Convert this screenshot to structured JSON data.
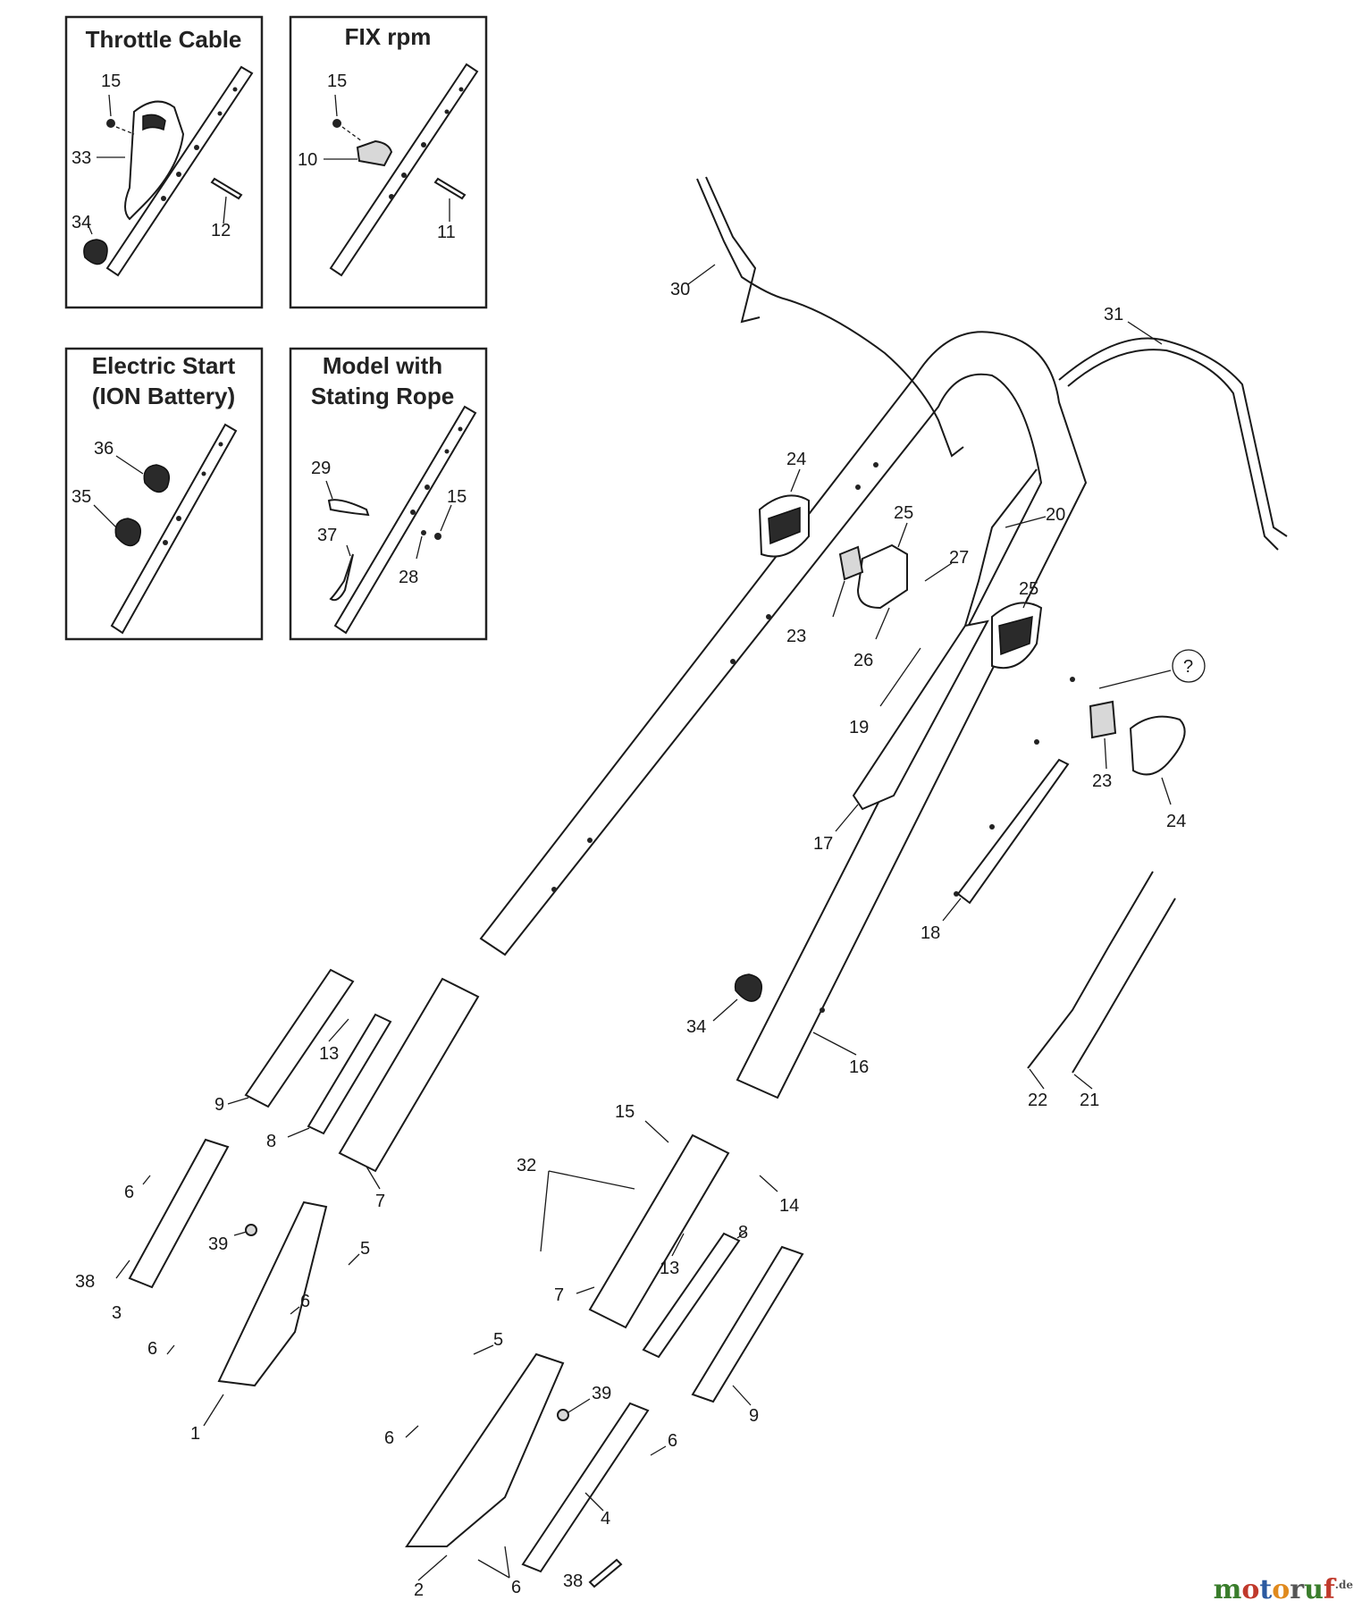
{
  "insets": {
    "throttle_cable": "Throttle Cable",
    "fix_rpm": "FIX rpm",
    "electric_start_line1": "Electric Start",
    "electric_start_line2": "(ION Battery)",
    "starting_rope_line1": "Model with",
    "starting_rope_line2": "Stating Rope"
  },
  "callouts": {
    "p1": "1",
    "p2": "2",
    "p3": "3",
    "p4": "4",
    "p5": "5",
    "p6": "6",
    "p7": "7",
    "p8": "8",
    "p9": "9",
    "p10": "10",
    "p11": "11",
    "p12": "12",
    "p13": "13",
    "p14": "14",
    "p15": "15",
    "p16": "16",
    "p17": "17",
    "p18": "18",
    "p19": "19",
    "p20": "20",
    "p21": "21",
    "p22": "22",
    "p23": "23",
    "p24": "24",
    "p25": "25",
    "p26": "26",
    "p27": "27",
    "p28": "28",
    "p29": "29",
    "p30": "30",
    "p31": "31",
    "p32": "32",
    "p33": "33",
    "p34": "34",
    "p35": "35",
    "p36": "36",
    "p37": "37",
    "p38": "38",
    "p39": "39",
    "unknown": "?"
  },
  "watermark": {
    "brand": [
      "m",
      "o",
      "t",
      "o",
      "r",
      "u",
      "f"
    ],
    "tld": ".de"
  }
}
